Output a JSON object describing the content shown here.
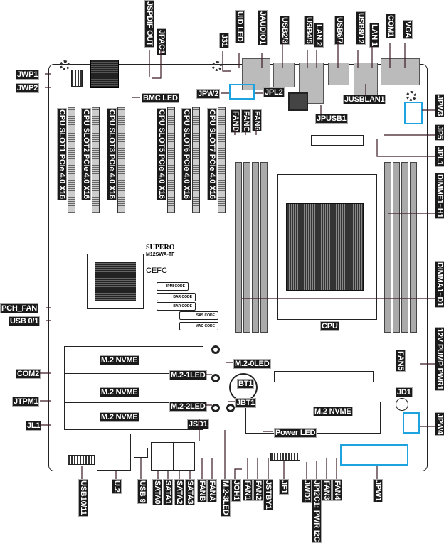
{
  "top": {
    "jspdif": "JSPDIF OUT",
    "jpac1": "JPAC1",
    "j31": "J31",
    "uid_led": "UID LED",
    "jaudio1": "JAUDIO1",
    "usb23": "USB2/3",
    "usb45": "USB4/5",
    "lan2": "LAN 2",
    "usb67": "USB6/7",
    "usb812": "USB8/12",
    "lan1": "LAN 1",
    "com1": "COM1",
    "vga": "VGA"
  },
  "left": {
    "jwp1": "JWP1",
    "jwp2": "JWP2",
    "pch_fan": "PCH_FAN",
    "usb01": "USB 0/1",
    "com2": "COM2",
    "jtpm1": "JTPM1",
    "jl1": "JL1"
  },
  "board": {
    "bmc_led": "BMC LED",
    "jpw2": "JPW2",
    "jpl2": "JPL2",
    "jusblan1": "JUSBLAN1",
    "jpusb1": "JPUSB1",
    "fand": "FAND",
    "fanc": "FANC",
    "fan6": "FAN6",
    "cpu": "CPU",
    "slots": [
      "CPU SLOT1 PCIe 4.0 X16",
      "CPU SLOT2 PCIe 4.0 X16",
      "CPU SLOT3 PCIe 4.0 X16",
      "CPU SLOT5 PCIe 4.0 X16",
      "CPU SLOT6 PCIe 4.0 X16",
      "CPU SLOT7 PCIe 4.0 X16"
    ],
    "brand": "SUPERO",
    "model": "M12SWA-TF",
    "cert": "CEFC",
    "codes": [
      "IPMI CODE",
      "BAR CODE",
      "BAR CODE",
      "SAS CODE",
      "MAC CODE"
    ],
    "m2": [
      "M.2 NVME",
      "M.2 NVME",
      "M.2 NVME",
      "M.2 NVME"
    ],
    "m2_0led": "M.2-0LED",
    "m2_1led": "M.2-1LED",
    "m2_2led": "M.2-2LED",
    "bt1": "BT1",
    "jbt1": "JBT1",
    "jsd1": "JSD1",
    "power_led": "Power LED",
    "fan5": "FAN5",
    "jd1": "JD1"
  },
  "right": {
    "jpw3": "JPW3",
    "jp5": "JP5",
    "jpl1": "JPL1",
    "dimm_eh": "DIMME1~H1",
    "dimm_ad": "DIMMA1~D1",
    "pump": "12V PUMP PWR1",
    "jpw4": "JPW4"
  },
  "bottom": {
    "usb1011": "USB10/11",
    "u2": "U.2",
    "usb9": "USB 9",
    "sata0": "SATA0",
    "sata1": "SATA1",
    "sata2": "SATA2",
    "sata3": "SATA3",
    "fanb": "FANB",
    "fana": "FANA",
    "m2_3led": "M.2-3LED",
    "joh1": "JOH1",
    "fan1": "FAN1",
    "fan2": "FAN2",
    "jstby1": "JSTBY1",
    "jf1": "JF1",
    "jwd1": "JWD1",
    "jpi2c1": "JPI2C1: PWR I2C",
    "fan3": "FAN3",
    "fan4": "FAN4",
    "jpw1": "JPW1"
  },
  "colors": {
    "highlight": "#1ca3e0",
    "label_bg": "#1a1a1a"
  }
}
